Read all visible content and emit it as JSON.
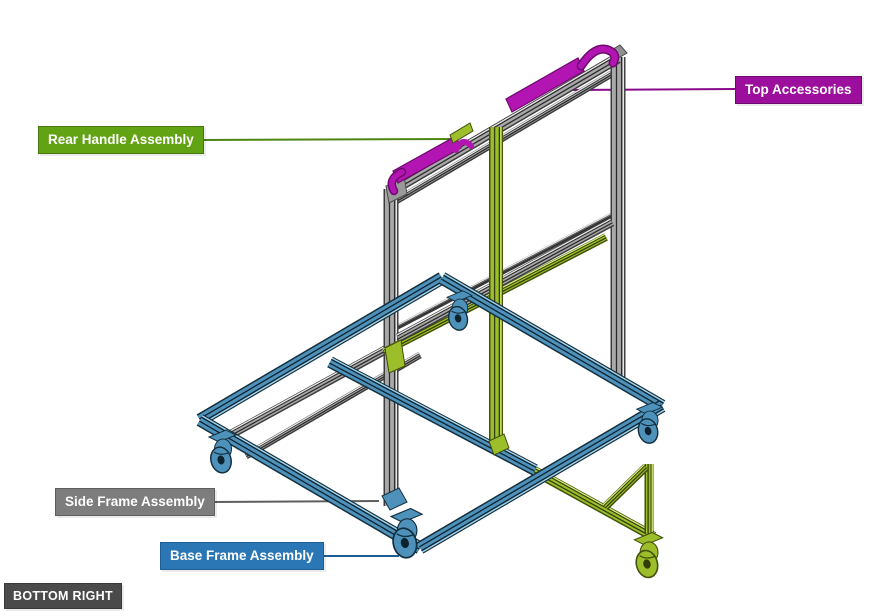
{
  "diagram": {
    "type": "cad-assembly-callout",
    "view_tag": "BOTTOM RIGHT",
    "background": "#FFFFFF"
  },
  "callouts": {
    "top_accessories": {
      "label": "Top Accessories",
      "box_color": "#9C0F9C",
      "leader_color": "#8A0B8A"
    },
    "rear_handle": {
      "label": "Rear Handle Assembly",
      "box_color": "#62A313",
      "leader_color": "#4C8512"
    },
    "side_frame": {
      "label": "Side Frame Assembly",
      "box_color": "#7D7D7D",
      "leader_color": "#5F5F5F"
    },
    "base_frame": {
      "label": "Base Frame Assembly",
      "box_color": "#2B76B5",
      "leader_color": "#1E5E95"
    },
    "view_corner": {
      "label": "BOTTOM RIGHT",
      "box_color": "#4B4B4B"
    }
  },
  "part_colors": {
    "frame_gray": "#A9A9A9",
    "base_blue": "#4E92BC",
    "accent_green": "#9CBE2A",
    "handle_magenta": "#B315B3"
  }
}
